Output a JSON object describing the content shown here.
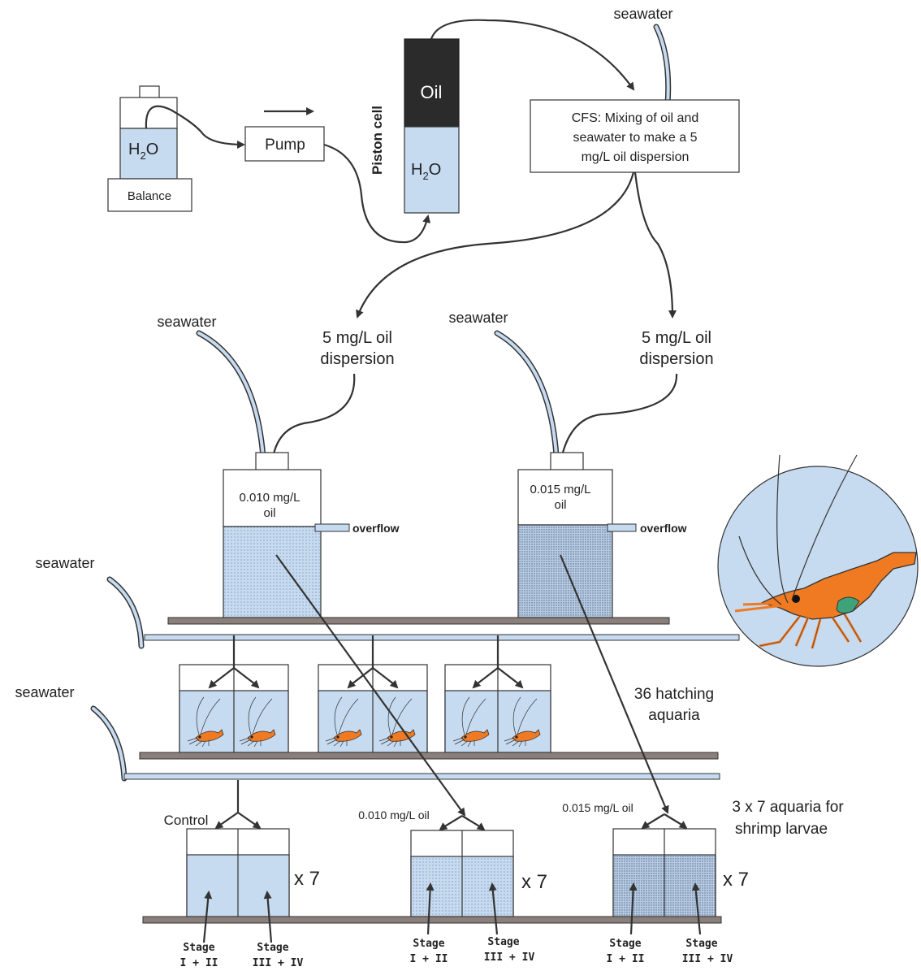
{
  "texts": {
    "seawater_top": "seawater",
    "oil": "Oil",
    "piston_cell": "Piston cell",
    "h2o_piston": "H",
    "h2o_piston_sub": "2",
    "h2o_piston_o": "O",
    "h2o_bottle": "H",
    "h2o_bottle_sub": "2",
    "h2o_bottle_o": "O",
    "balance": "Balance",
    "pump": "Pump",
    "cfs_line1": "CFS: Mixing of oil and",
    "cfs_line2": "seawater to make a 5",
    "cfs_line3": "mg/L oil dispersion",
    "seawater_left_tank": "seawater",
    "seawater_mid_tank": "seawater",
    "disp_left_l1": "5 mg/L oil",
    "disp_left_l2": "dispersion",
    "disp_right_l1": "5 mg/L oil",
    "disp_right_l2": "dispersion",
    "tank1_l1": "0.010 mg/L",
    "tank1_l2": "oil",
    "tank2_l1": "0.015 mg/L",
    "tank2_l2": "oil",
    "overflow1": "overflow",
    "overflow2": "overflow",
    "seawater_row1": "seawater",
    "seawater_row2": "seawater",
    "hatching_l1": "36 hatching",
    "hatching_l2": "aquaria",
    "control": "Control",
    "oil010": "0.010 mg/L oil",
    "oil015": "0.015 mg/L oil",
    "larvae_l1": "3 x 7 aquaria for",
    "larvae_l2": "shrimp larvae",
    "x7_a": "x 7",
    "x7_b": "x 7",
    "x7_c": "x 7",
    "stage_a1_l1": "Stage",
    "stage_a1_l2": "I + II",
    "stage_a2_l1": "Stage",
    "stage_a2_l2": "III + IV",
    "stage_b1_l1": "Stage",
    "stage_b1_l2": "I + II",
    "stage_b2_l1": "Stage",
    "stage_b2_l2": "III + IV",
    "stage_c1_l1": "Stage",
    "stage_c1_l2": "I + II",
    "stage_c2_l1": "Stage",
    "stage_c2_l2": "III + IV"
  },
  "colors": {
    "water": "#c6daf0",
    "oil_black": "#2b2b2b",
    "shelf": "#8a7f7a",
    "shrimp": "#f07a22",
    "circle_bg": "#c6daf0"
  }
}
